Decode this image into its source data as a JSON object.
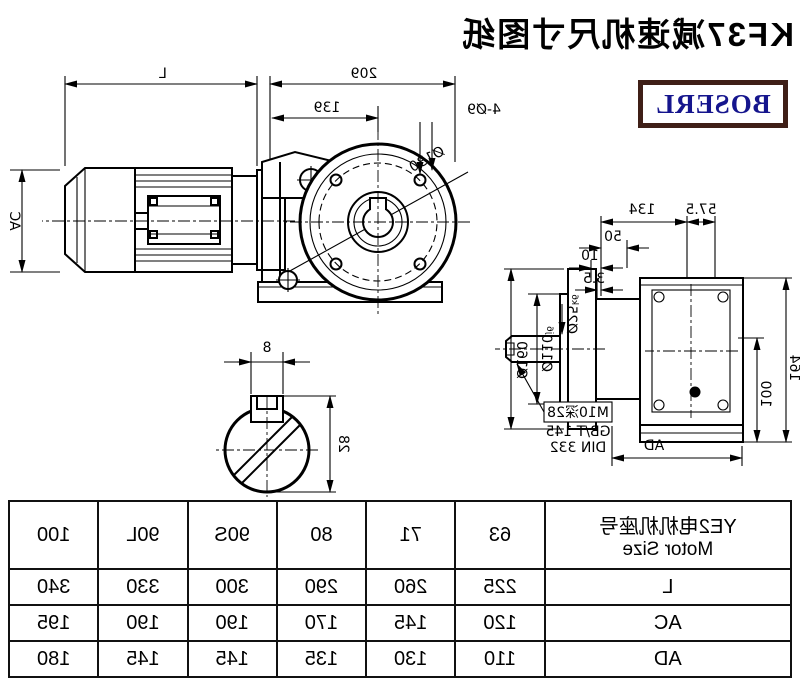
{
  "title": "KF37减速机尺寸图纸",
  "logo": "BOSERL",
  "labels": {
    "l": "L",
    "ac": "AC",
    "d209": "209",
    "d139": "139",
    "bolts": "4-Ø9",
    "d130": "Ø130",
    "key_w": "8",
    "key_h": "28",
    "c575": "57.5",
    "c134": "134",
    "c50": "50",
    "c10": "10",
    "c35": "3.5",
    "d160": "Ø160",
    "d110": "Ø110",
    "d110fit": "j6",
    "d25": "Ø25",
    "d25fit": "k6",
    "tap1": "M10深28",
    "tap2": "GB/T 145",
    "tap3": "DIN 332",
    "ad": "AD",
    "v164": "164",
    "v100": "100"
  },
  "table": {
    "header": {
      "line1": "YE2电机机座号",
      "line2": "Motor Size"
    },
    "columns": [
      "63",
      "71",
      "80",
      "90S",
      "90L",
      "100"
    ],
    "rows": [
      {
        "label": "L",
        "values": [
          "225",
          "260",
          "290",
          "300",
          "330",
          "340"
        ]
      },
      {
        "label": "AC",
        "values": [
          "120",
          "145",
          "170",
          "190",
          "190",
          "195"
        ]
      },
      {
        "label": "AD",
        "values": [
          "110",
          "130",
          "135",
          "145",
          "145",
          "180"
        ]
      }
    ]
  },
  "colors": {
    "line": "#000000",
    "logo_border": "#3f1f17",
    "logo_text": "#15158d",
    "background": "#ffffff"
  }
}
